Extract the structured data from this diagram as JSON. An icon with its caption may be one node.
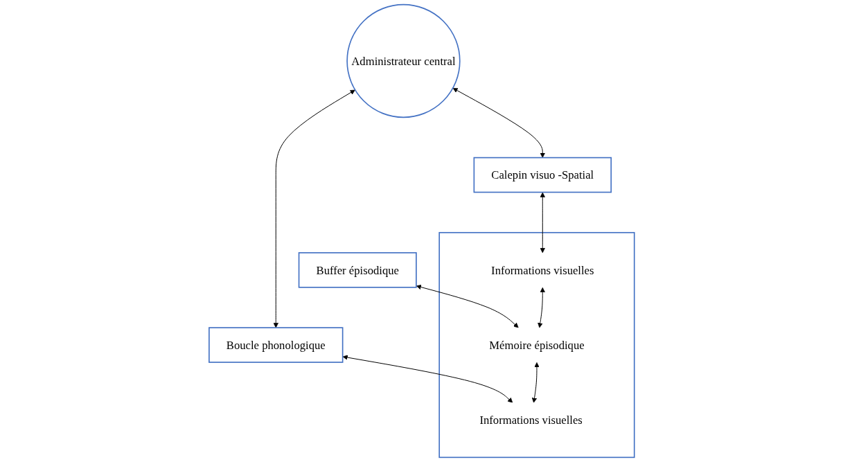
{
  "diagram": {
    "nodes": [
      {
        "text": [
          "Administrateur central"
        ]
      },
      {
        "text": [
          "Calepin visuo -Spatial"
        ]
      },
      {
        "text": [
          "Buffer épisodique"
        ]
      },
      {
        "text": [
          "Boucle phonologique"
        ]
      },
      {
        "text": [],
        "shape": "box"
      },
      {
        "text": [
          "Informations visuelles"
        ],
        "in": 4
      },
      {
        "text": [
          "Mémoire épisodique"
        ],
        "in": 4
      },
      {
        "text": [
          "Informations visuelles"
        ],
        "in": 4
      }
    ],
    "edges": [
      {
        "from": 0,
        "to": 1,
        "arrow": "both"
      },
      {
        "from": 0,
        "to": 3,
        "arrow": "both"
      },
      {
        "from": 1,
        "to": 5,
        "arrow": "both"
      },
      {
        "from": 2,
        "to": 6,
        "arrow": "both"
      },
      {
        "from": 3,
        "to": 7,
        "arrow": "both"
      },
      {
        "from": 5,
        "to": 6,
        "arrow": "both"
      },
      {
        "from": 6,
        "to": 7,
        "arrow": "both"
      }
    ]
  }
}
